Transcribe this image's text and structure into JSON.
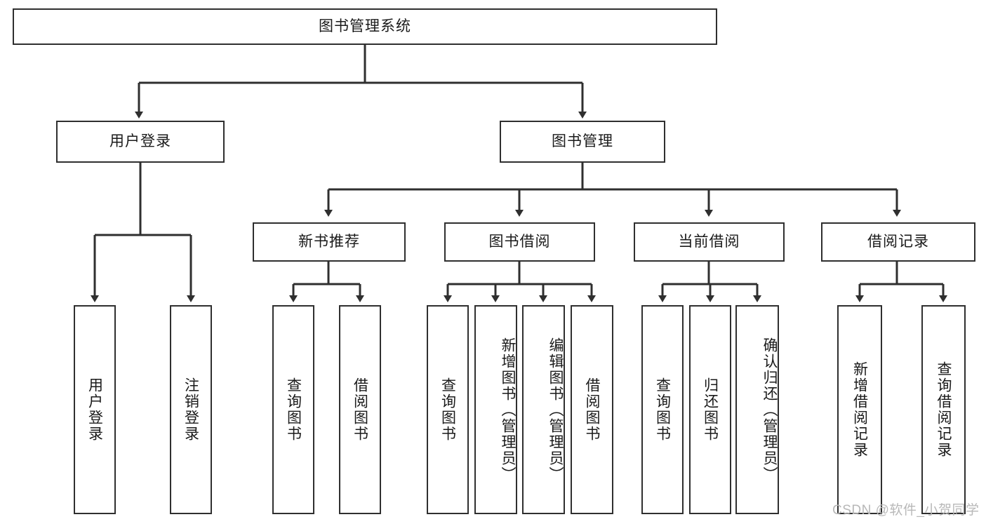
{
  "diagram": {
    "type": "hierarchy-tree",
    "title": "图书管理系统",
    "watermark": "CSDN @软件_小贺同学",
    "colors": {
      "background": "#ffffff",
      "line": "#2f2f2f",
      "box_border": "#2f2f2f",
      "box_fill": "#ffffff",
      "text": "#1a1a1a",
      "watermark": "#b8b8b8"
    },
    "levels": {
      "root": {
        "label": "图书管理系统"
      },
      "level2": [
        {
          "id": "user-login",
          "label": "用户登录"
        },
        {
          "id": "book-management",
          "label": "图书管理"
        }
      ],
      "level3": [
        {
          "id": "new-book-recommend",
          "label": "新书推荐",
          "parent": "book-management"
        },
        {
          "id": "book-borrow",
          "label": "图书借阅",
          "parent": "book-management"
        },
        {
          "id": "current-borrow",
          "label": "当前借阅",
          "parent": "book-management"
        },
        {
          "id": "borrow-record",
          "label": "借阅记录",
          "parent": "book-management"
        }
      ],
      "leaves": {
        "user-login": [
          {
            "id": "leaf-user-login",
            "label": "用户登录"
          },
          {
            "id": "leaf-logout-login",
            "label": "注销登录"
          }
        ],
        "new-book-recommend": [
          {
            "id": "leaf-query-book-1",
            "label": "查询图书"
          },
          {
            "id": "leaf-borrow-book-1",
            "label": "借阅图书"
          }
        ],
        "book-borrow": [
          {
            "id": "leaf-query-book-2",
            "label": "查询图书"
          },
          {
            "id": "leaf-add-book",
            "label": "新增图书（管理员）"
          },
          {
            "id": "leaf-edit-book",
            "label": "编辑图书（管理员）"
          },
          {
            "id": "leaf-borrow-book-2",
            "label": "借阅图书"
          }
        ],
        "current-borrow": [
          {
            "id": "leaf-query-book-3",
            "label": "查询图书"
          },
          {
            "id": "leaf-return-book",
            "label": "归还图书"
          },
          {
            "id": "leaf-confirm-return",
            "label": "确认归还（管理员）"
          }
        ],
        "borrow-record": [
          {
            "id": "leaf-add-record",
            "label": "新增借阅记录"
          },
          {
            "id": "leaf-query-record",
            "label": "查询借阅记录"
          }
        ]
      }
    }
  }
}
